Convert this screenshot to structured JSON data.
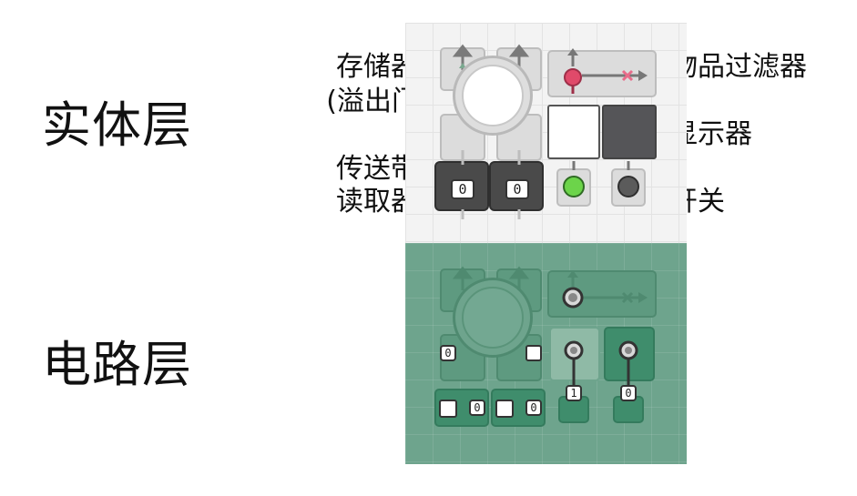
{
  "layers": {
    "entity": "实体层",
    "circuit": "电路层"
  },
  "labels": {
    "storage_line1": "存储器",
    "storage_line2": "(溢出门)",
    "item_filter": "物品过滤器",
    "display": "显示器",
    "belt_reader_line1": "传送带",
    "belt_reader_line2": "读取器",
    "switch": "开关"
  },
  "entity_panel": {
    "reader_values": [
      "0",
      "0"
    ],
    "switch_states": [
      "on",
      "off"
    ],
    "display_states": [
      "white",
      "dark"
    ]
  },
  "circuit_panel": {
    "storage_value": "0",
    "reader_values": [
      "0",
      "0"
    ],
    "switch_values": [
      "1",
      "0"
    ]
  },
  "colors": {
    "switch_on": "#6cd44a",
    "filter_plug": "#e04a6a",
    "filter_cross": "#e86b8a",
    "circuit_bg": "#6ea48d"
  }
}
